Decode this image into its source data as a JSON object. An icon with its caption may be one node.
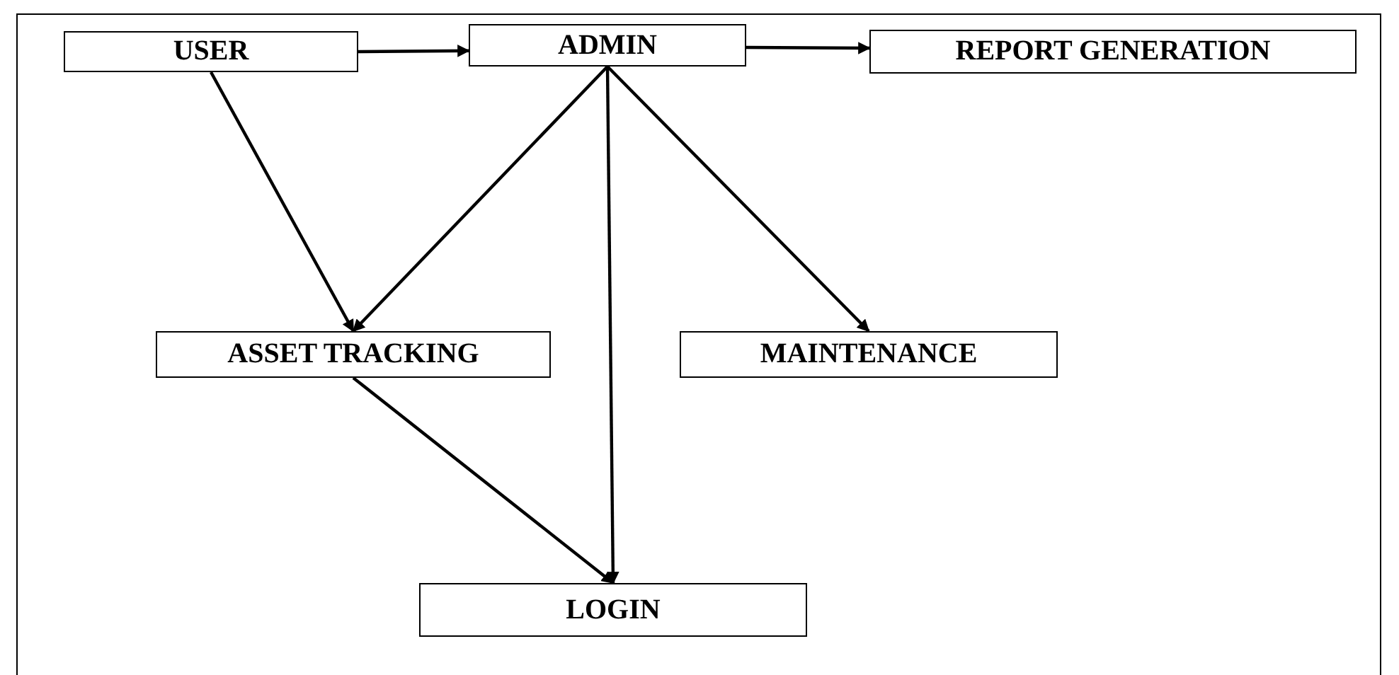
{
  "diagram": {
    "nodes": [
      {
        "text": [
          "USER"
        ]
      },
      {
        "text": [
          "ADMIN"
        ]
      },
      {
        "text": [
          "REPORT GENERATION"
        ]
      },
      {
        "text": [
          "ASSET TRACKING"
        ]
      },
      {
        "text": [
          "MAINTENANCE"
        ]
      },
      {
        "text": [
          "LOGIN"
        ]
      }
    ],
    "edges": [
      {
        "from": 0,
        "to": 1,
        "arrow": "to"
      },
      {
        "from": 1,
        "to": 2,
        "arrow": "to"
      },
      {
        "from": 0,
        "to": 3,
        "arrow": "to"
      },
      {
        "from": 1,
        "to": 3,
        "arrow": "to"
      },
      {
        "from": 1,
        "to": 4,
        "arrow": "to"
      },
      {
        "from": 1,
        "to": 5,
        "arrow": "to"
      },
      {
        "from": 3,
        "to": 5,
        "arrow": "to"
      }
    ]
  }
}
